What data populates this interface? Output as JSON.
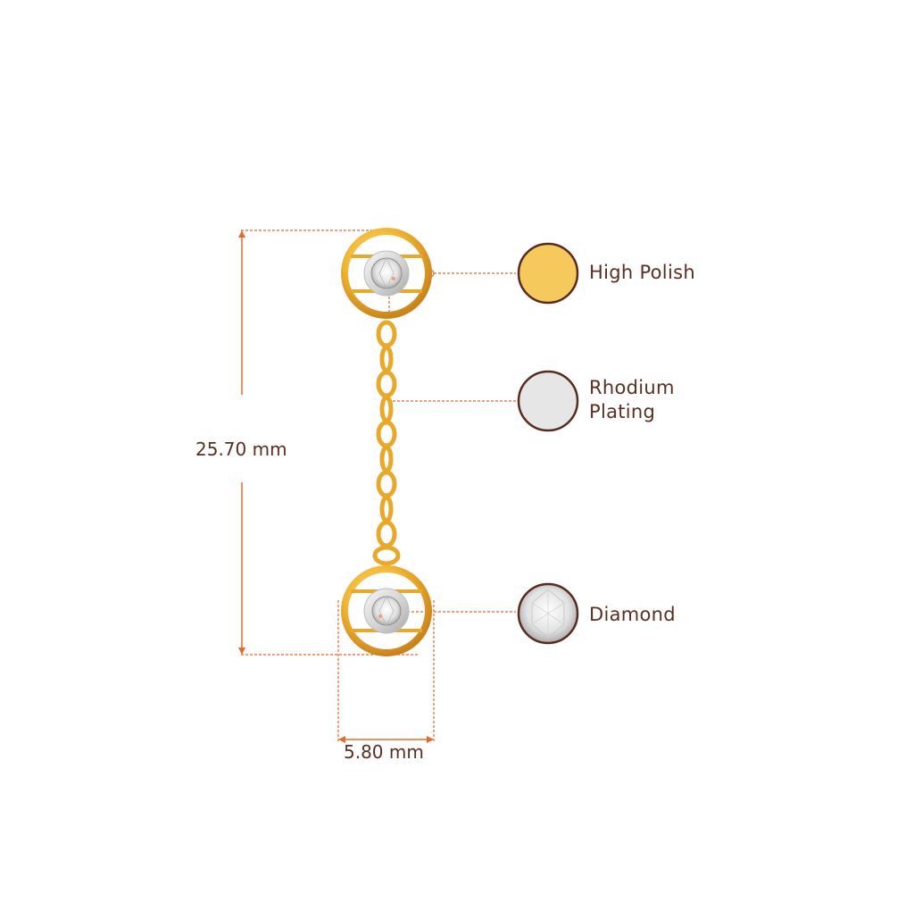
{
  "dimensions": {
    "height": "25.70 mm",
    "width": "5.80 mm"
  },
  "legend": [
    {
      "line1": "High Polish",
      "line2": "",
      "swatch": "#f5c95c",
      "icon": "gold-swatch-icon"
    },
    {
      "line1": "Rhodium",
      "line2": "Plating",
      "swatch": "#e6e6e6",
      "icon": "rhodium-swatch-icon"
    },
    {
      "line1": "Diamond",
      "line2": "",
      "swatch": "#f0f0f0",
      "icon": "diamond-swatch-icon"
    }
  ],
  "colors": {
    "dimension_line": "#e8692e",
    "label_text": "#5b2e22",
    "swatch_border": "#5a2a1e",
    "gold": "#e8a92a",
    "gold_light": "#fbd36a",
    "silver": "#d9d9d9"
  }
}
